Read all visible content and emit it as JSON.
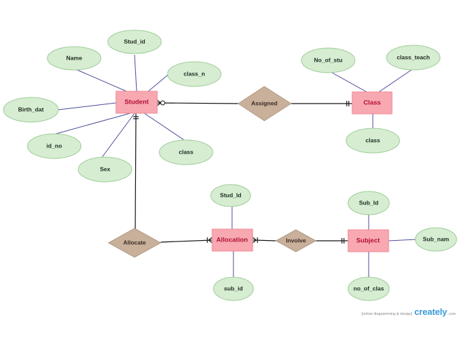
{
  "entities": {
    "student": "Student",
    "class": "Class",
    "allocation": "Allocation",
    "subject": "Subject"
  },
  "relationships": {
    "assigned": "Assigned",
    "allocate": "Allocate",
    "involve": "Involve"
  },
  "attributes": {
    "stud_id_top": "Stud_id",
    "name": "Name",
    "class_n": "class_n",
    "birth_dat": "Birth_dat",
    "id_no": "id_no",
    "sex": "Sex",
    "class_attr": "class",
    "no_of_stu": "No_of_stu",
    "class_teach": "class_teach",
    "class_of_class": "class",
    "alloc_stud_id": "Stud_Id",
    "alloc_sub_id": "sub_id",
    "sub_id": "Sub_Id",
    "sub_nam": "Sub_nam",
    "no_of_clas": "no_of_clas"
  },
  "footer": {
    "tagline": "[online diagramming & design]",
    "brand": "creately",
    "domain": ".com"
  },
  "colors": {
    "entity_fill": "#f8a8b0",
    "entity_text": "#b0103a",
    "relationship_fill": "#c8b09b",
    "relationship_text": "#3a2a20",
    "attribute_fill": "#d6edd2",
    "attribute_stroke": "#9ccb94",
    "attribute_text": "#1f2a1f",
    "line": "#4a4a9a",
    "relationship_line": "#111111",
    "brand": "#3a9ad9"
  }
}
